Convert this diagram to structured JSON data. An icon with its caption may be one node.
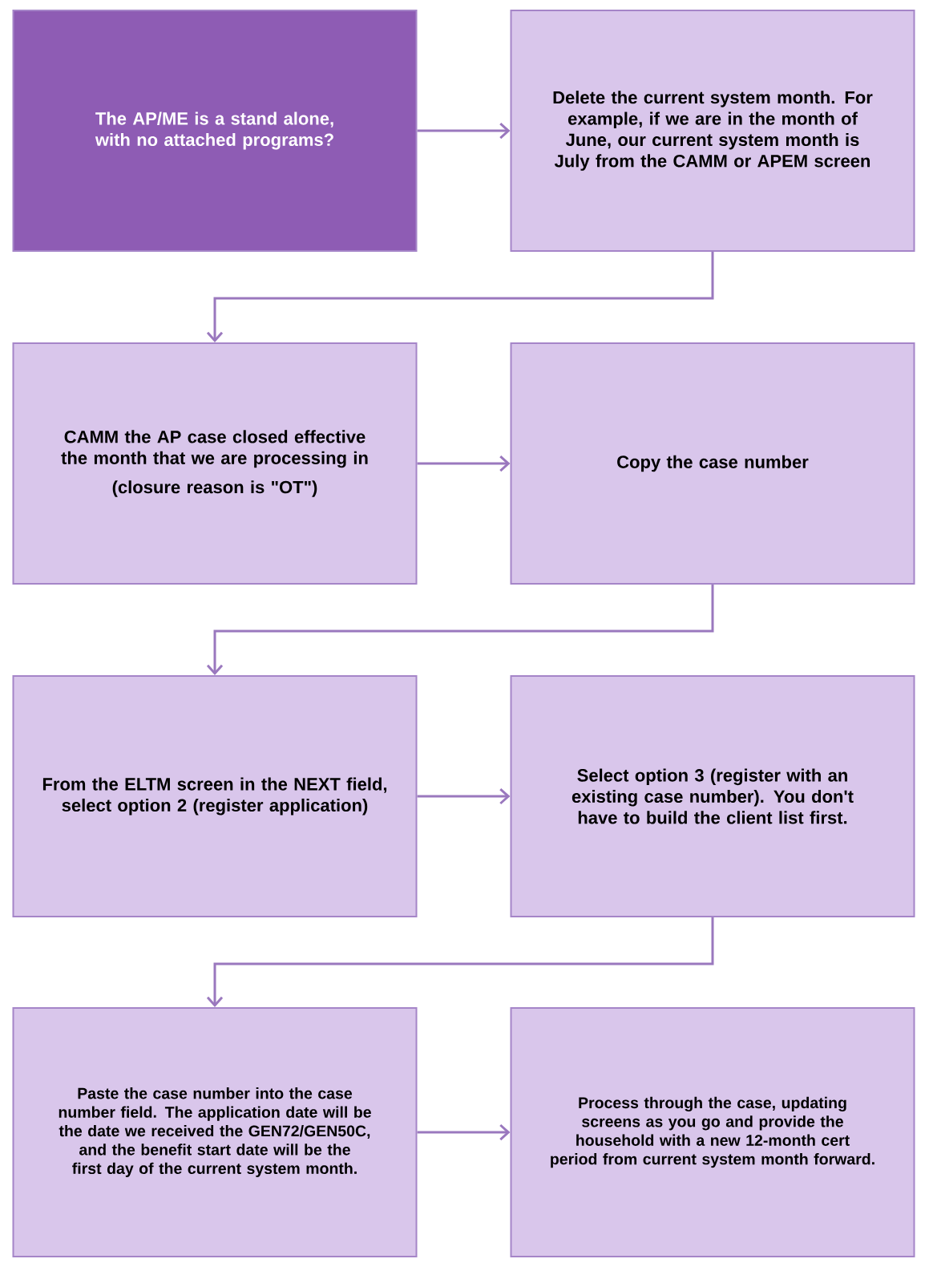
{
  "diagram": {
    "nodes": [
      {
        "text": [
          "The AP/ME is a stand alone, with no attached programs?"
        ]
      },
      {
        "text": [
          "Delete the current system month. For example, if we are in the month of June, our current system month is July from the CAMM or APEM screen"
        ]
      },
      {
        "text": [
          "CAMM the AP case closed effective the month that we are processing in",
          "(closure reason is \"OT\")"
        ]
      },
      {
        "text": [
          "Copy the case number"
        ]
      },
      {
        "text": [
          "From the ELTM screen in the NEXT field, select option 2 (register application)"
        ]
      },
      {
        "text": [
          "Select option 3 (register with an existing case number). You don't have to build the client list first."
        ]
      },
      {
        "text": [
          "Paste the case number into the case number field. The application date will be the date we received the GEN72/GEN50C, and the benefit start date will be the first day of the current system month."
        ]
      },
      {
        "text": [
          "Process through the case, updating screens as you go and provide the household with a new 12-month cert period from current system month forward."
        ]
      }
    ],
    "edges": [
      {
        "from": 0,
        "to": 1,
        "arrow": "to"
      },
      {
        "from": 1,
        "to": 2,
        "arrow": "to"
      },
      {
        "from": 2,
        "to": 3,
        "arrow": "to"
      },
      {
        "from": 3,
        "to": 4,
        "arrow": "to"
      },
      {
        "from": 4,
        "to": 5,
        "arrow": "to"
      },
      {
        "from": 5,
        "to": 6,
        "arrow": "to"
      },
      {
        "from": 6,
        "to": 7,
        "arrow": "to"
      }
    ]
  }
}
